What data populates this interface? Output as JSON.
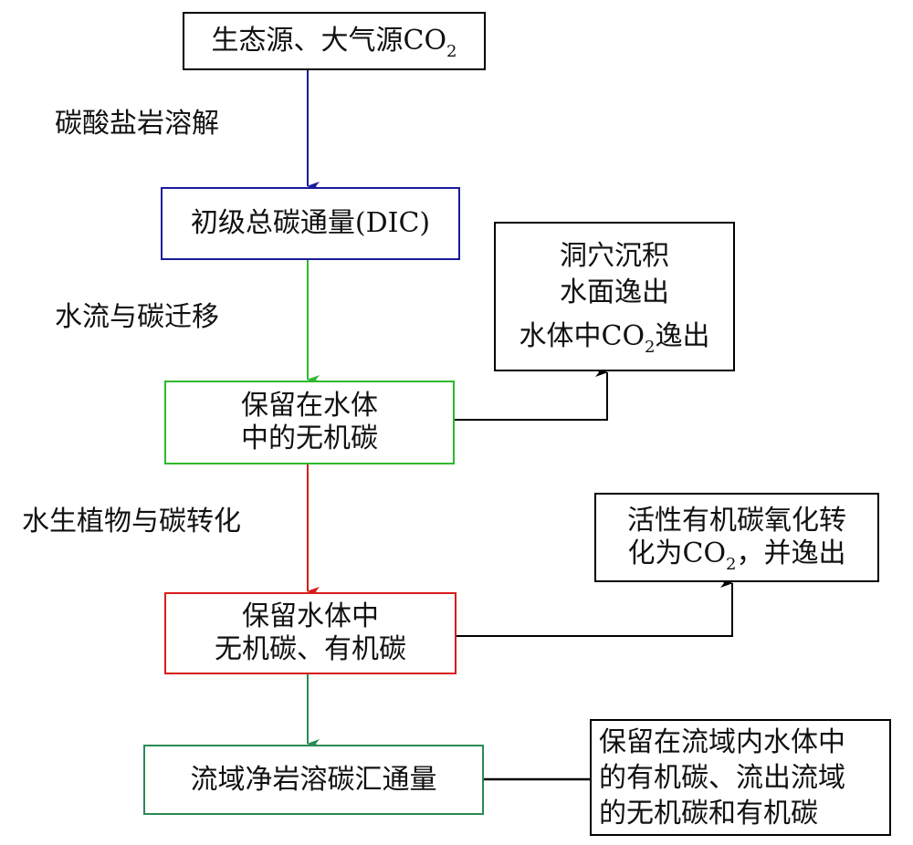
{
  "colors": {
    "blue": "#1a1a9c",
    "bright_green": "#2db82d",
    "red": "#d81b1b",
    "dark_green": "#2a8a55",
    "black": "#000000"
  },
  "nodes": {
    "source": {
      "text": "生态源、大气源CO",
      "sub": "2",
      "border_color": "#000000"
    },
    "dic": {
      "text": "初级总碳通量(DIC)",
      "border_color": "#1a1a9c"
    },
    "retained_inorganic": {
      "lines": [
        "保留在水体",
        "中的无机碳"
      ],
      "border_color": "#2db82d"
    },
    "retained_both": {
      "lines": [
        "保留水体中",
        "无机碳、有机碳"
      ],
      "border_color": "#d81b1b"
    },
    "net_sink": {
      "text": "流域净岩溶碳汇通量",
      "border_color": "#2a8a55"
    },
    "cave_escape": {
      "lines": [
        "洞穴沉积",
        "水面逸出"
      ],
      "last_prefix": "水体中CO",
      "last_sub": "2",
      "last_suffix": "逸出"
    },
    "oxidation": {
      "line1": "活性有机碳氧化转",
      "line2_prefix": "化为CO",
      "line2_sub": "2",
      "line2_suffix": "，并逸出"
    },
    "retained_basin": {
      "lines": [
        "保留在流域内水体中",
        "的有机碳、流出流域",
        "的无机碳和有机碳"
      ]
    }
  },
  "edge_labels": {
    "carbonate_dissolution": "碳酸盐岩溶解",
    "water_flow_migration": "水流与碳迁移",
    "aquatic_plant_conversion": "水生植物与碳转化"
  },
  "edges": [
    {
      "from": "source",
      "to": "dic",
      "color": "#1a1a9c",
      "label": "碳酸盐岩溶解",
      "arrow": true
    },
    {
      "from": "dic",
      "to": "retained_inorganic",
      "color": "#2db82d",
      "label": "水流与碳迁移",
      "arrow": true
    },
    {
      "from": "retained_inorganic",
      "to": "retained_both",
      "color": "#d81b1b",
      "label": "水生植物与碳转化",
      "arrow": true
    },
    {
      "from": "retained_both",
      "to": "net_sink",
      "color": "#2a8a55",
      "arrow": true
    },
    {
      "from": "retained_inorganic",
      "to": "cave_escape",
      "color": "#000000",
      "arrow": true
    },
    {
      "from": "retained_both",
      "to": "oxidation",
      "color": "#000000",
      "arrow": true
    },
    {
      "from": "net_sink",
      "to": "retained_basin",
      "color": "#000000",
      "arrow": false
    }
  ]
}
